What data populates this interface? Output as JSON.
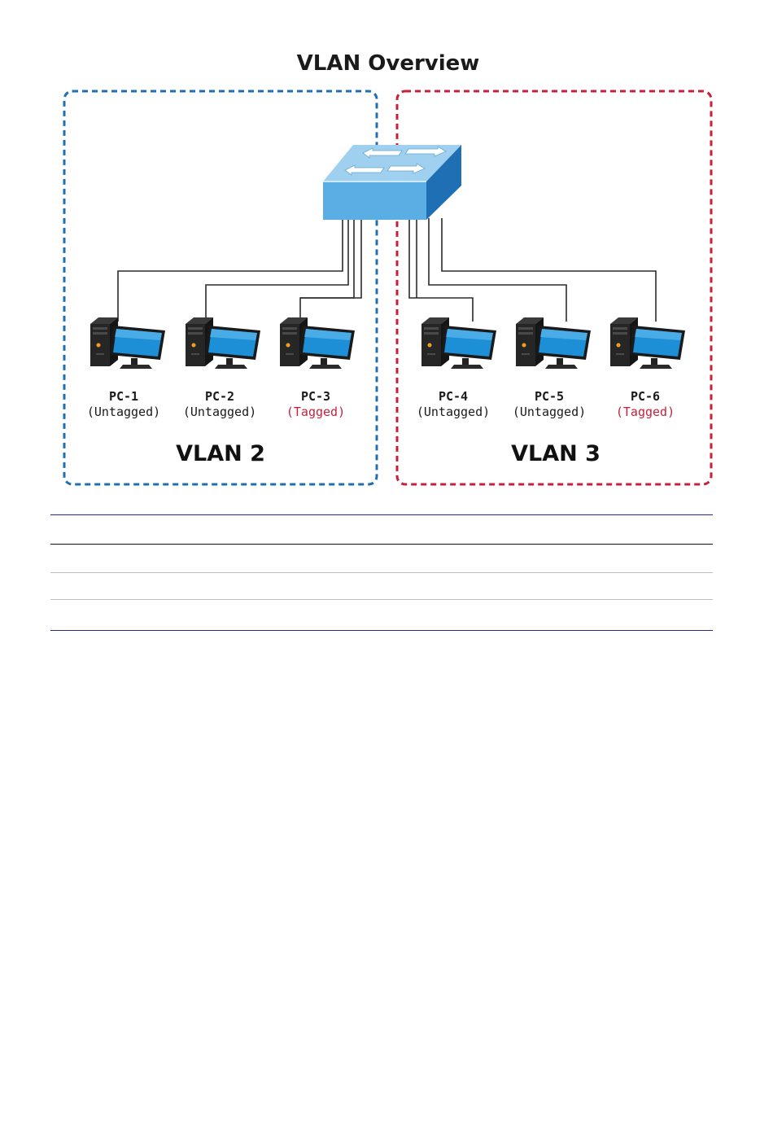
{
  "diagram": {
    "title": "VLAN Overview",
    "vlans": [
      {
        "label": "VLAN 2",
        "color": "#1f6fb5"
      },
      {
        "label": "VLAN 3",
        "color": "#c8203a"
      }
    ],
    "pcs": [
      {
        "name": "PC-1",
        "mode": "(Untagged)"
      },
      {
        "name": "PC-2",
        "mode": "(Untagged)"
      },
      {
        "name": "PC-3",
        "mode": "(Tagged)"
      },
      {
        "name": "PC-4",
        "mode": "(Untagged)"
      },
      {
        "name": "PC-5",
        "mode": "(Untagged)"
      },
      {
        "name": "PC-6",
        "mode": "(Tagged)"
      }
    ]
  },
  "colors": {
    "tagged": "#c8203a",
    "switch_top": "#9fd0ef",
    "switch_front": "#5aaee3",
    "switch_side": "#1f6fb5",
    "rule_dark_blue": "#1c2f8a"
  }
}
